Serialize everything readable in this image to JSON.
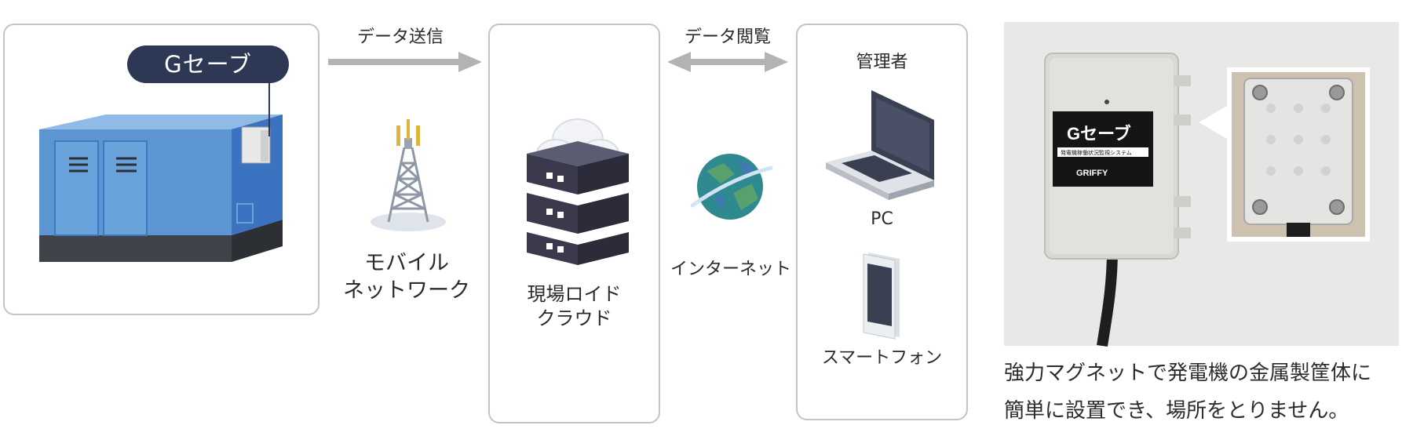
{
  "diagram": {
    "device_badge": "Gセーブ",
    "arrows": {
      "send_label": "データ送信",
      "view_label": "データ閲覧"
    },
    "nodes": {
      "mobile_network": [
        "モバイル",
        "ネットワーク"
      ],
      "cloud": [
        "現場ロイド",
        "クラウド"
      ],
      "internet": "インターネット",
      "manager": {
        "title": "管理者",
        "pc": "PC",
        "smartphone": "スマートフォン"
      }
    },
    "photo": {
      "sticker": {
        "title": "Gセーブ",
        "subtitle": "発電機稼働状況監視システム",
        "brand": "GRIFFY"
      }
    },
    "caption": [
      "強力マグネットで発電機の金属製筐体に",
      "簡単に設置でき、場所をとりません。"
    ]
  },
  "colors": {
    "box_border": "#c4c4c4",
    "badge_bg": "#2d3954",
    "arrow_gray": "#b3b3b3",
    "generator_blue": "#5d95d2",
    "generator_dark": "#3f4349",
    "server_dark": "#3a3a4c"
  }
}
